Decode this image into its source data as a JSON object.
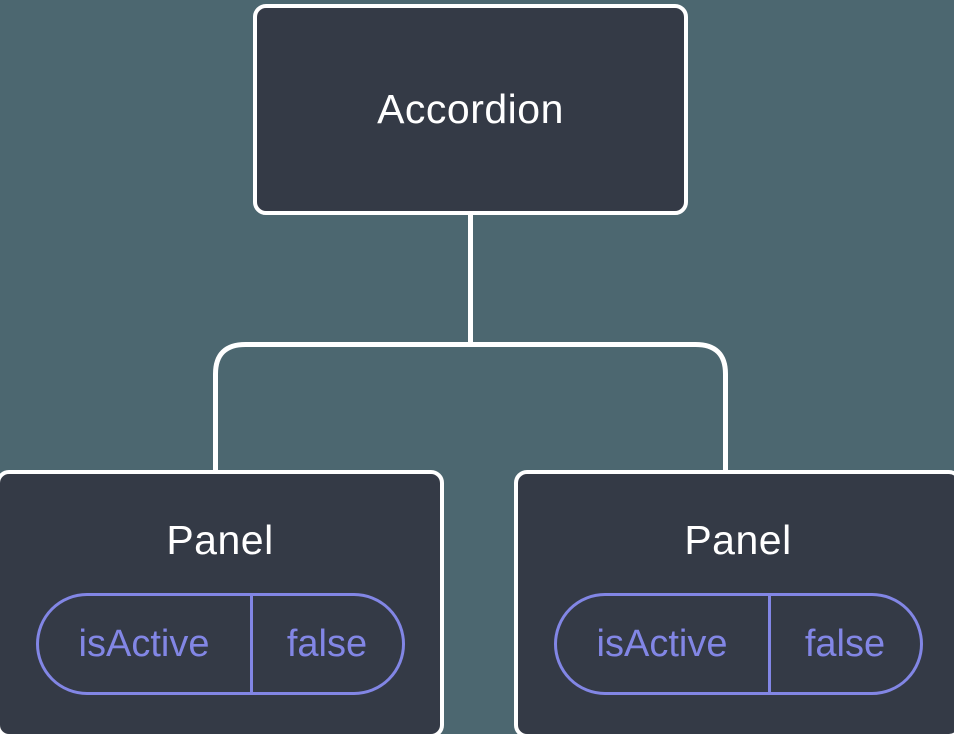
{
  "diagram": {
    "root_node": {
      "label": "Accordion"
    },
    "panels": [
      {
        "title": "Panel",
        "state_name": "isActive",
        "state_value": "false"
      },
      {
        "title": "Panel",
        "state_name": "isActive",
        "state_value": "false"
      }
    ],
    "colors": {
      "background": "#4c6770",
      "node_bg": "#343a46",
      "node_border": "#ffffff",
      "node_text": "#ffffff",
      "accent": "#8286e5",
      "connector": "#ffffff"
    }
  }
}
